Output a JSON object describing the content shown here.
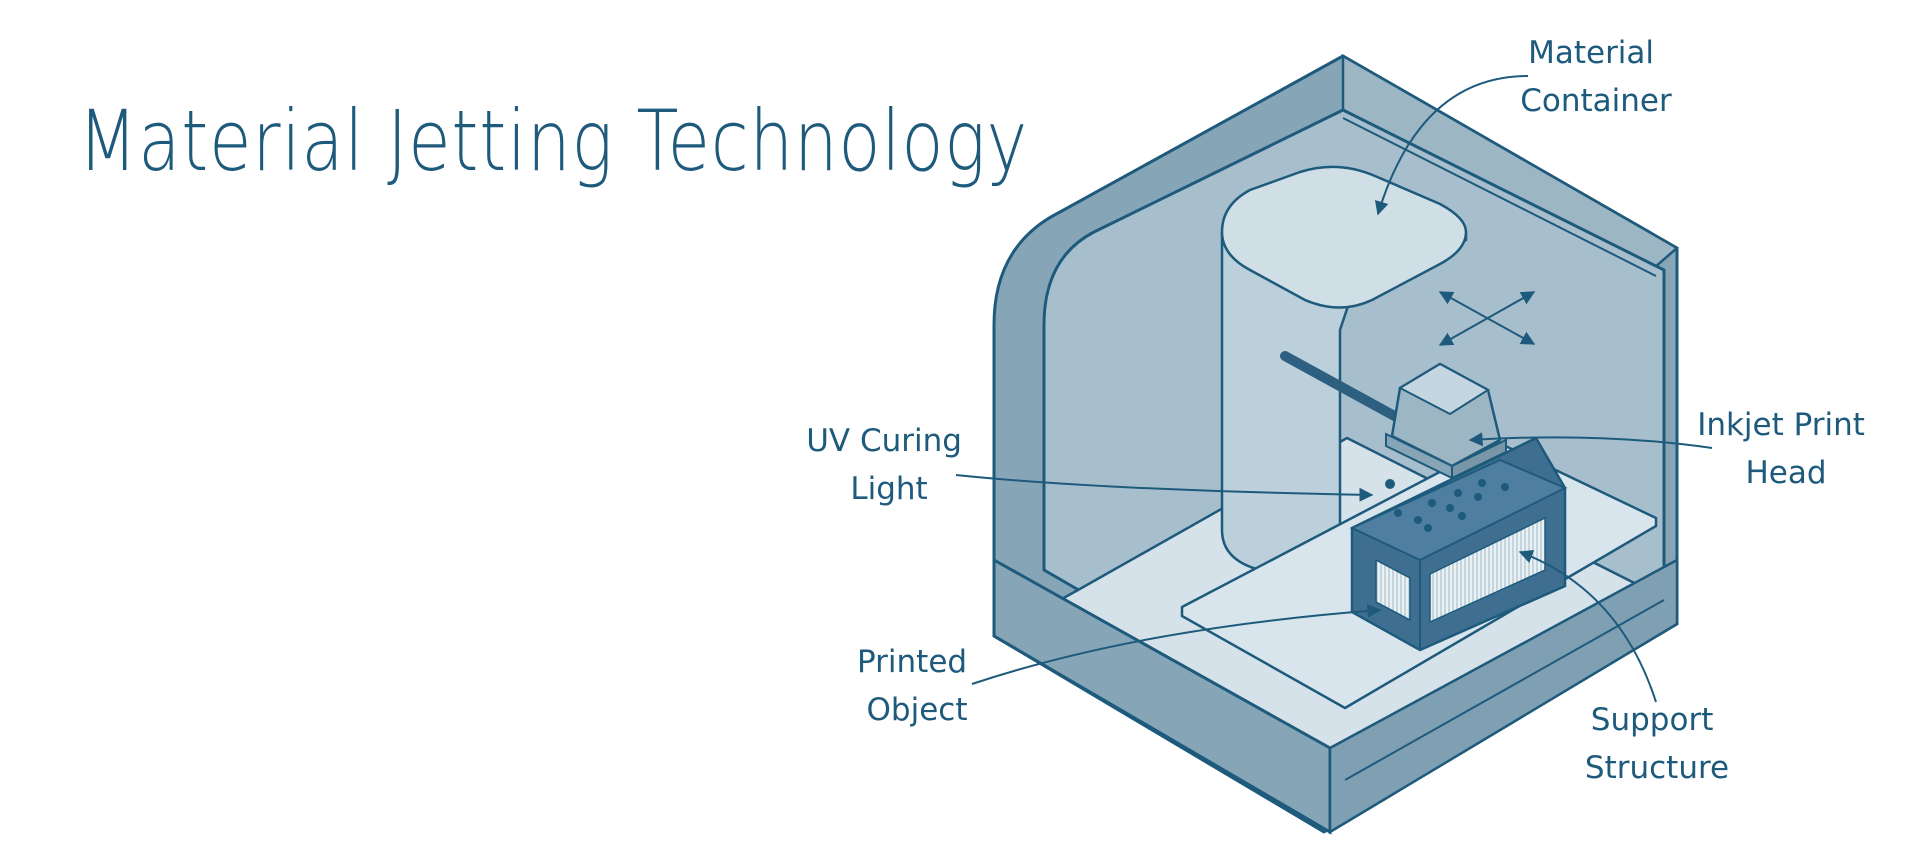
{
  "title": "Material Jetting Technology",
  "labels": {
    "material_container": [
      "Material",
      "Container"
    ],
    "inkjet_print_head": [
      "Inkjet Print",
      "Head"
    ],
    "uv_curing_light": [
      "UV Curing",
      "Light"
    ],
    "printed_object": [
      "Printed",
      "Object"
    ],
    "support_structure": [
      "Support",
      "Structure"
    ]
  },
  "colors": {
    "stroke": "#1e5a7c",
    "outer_shell": "#86a6b8",
    "inner_back": "#a7bfcc",
    "floor": "#d6e2e9",
    "container": "#bcd0db",
    "platform": "#d8e5ec",
    "object": "#3f6f90",
    "support": "#e9f1f5"
  }
}
